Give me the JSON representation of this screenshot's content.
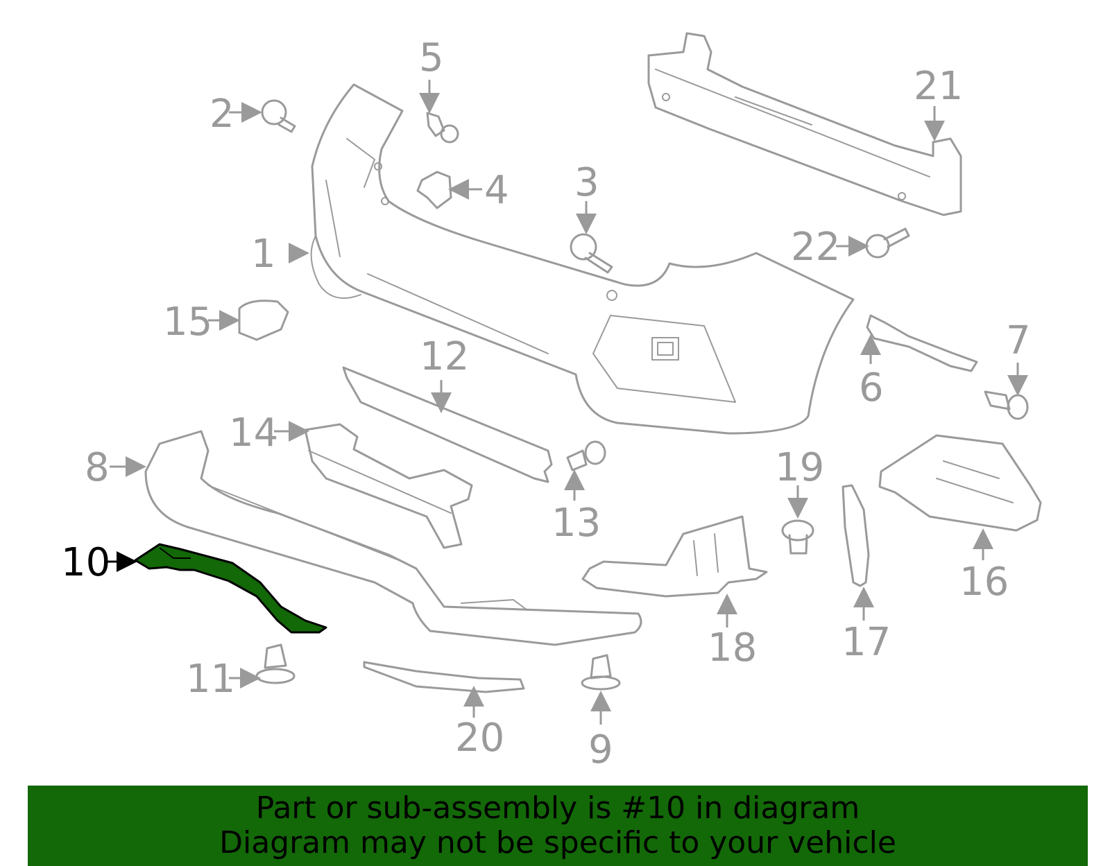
{
  "banner": {
    "line1": "Part or sub-assembly is #10 in diagram",
    "line2": "Diagram may not be specific to your vehicle",
    "color": "#136808"
  },
  "highlight": {
    "part": "10",
    "color": "#136808"
  },
  "callouts": {
    "c1": "1",
    "c2": "2",
    "c3": "3",
    "c4": "4",
    "c5": "5",
    "c6": "6",
    "c7": "7",
    "c8": "8",
    "c9": "9",
    "c10": "10",
    "c11": "11",
    "c12": "12",
    "c13": "13",
    "c14": "14",
    "c15": "15",
    "c16": "16",
    "c17": "17",
    "c18": "18",
    "c19": "19",
    "c20": "20",
    "c21": "21",
    "c22": "22"
  }
}
